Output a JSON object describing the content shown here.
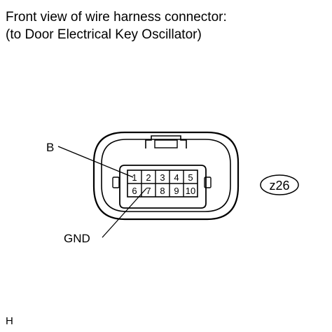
{
  "caption": {
    "line1": "Front view of wire harness connector:",
    "line2": "(to Door Electrical Key Oscillator)"
  },
  "connector": {
    "id": "z26",
    "pins_top": [
      "1",
      "2",
      "3",
      "4",
      "5"
    ],
    "pins_bottom": [
      "6",
      "7",
      "8",
      "9",
      "10"
    ]
  },
  "labels": {
    "b": "B",
    "gnd": "GND"
  },
  "footer": "H",
  "colors": {
    "ink": "#000000",
    "paper": "#ffffff"
  }
}
